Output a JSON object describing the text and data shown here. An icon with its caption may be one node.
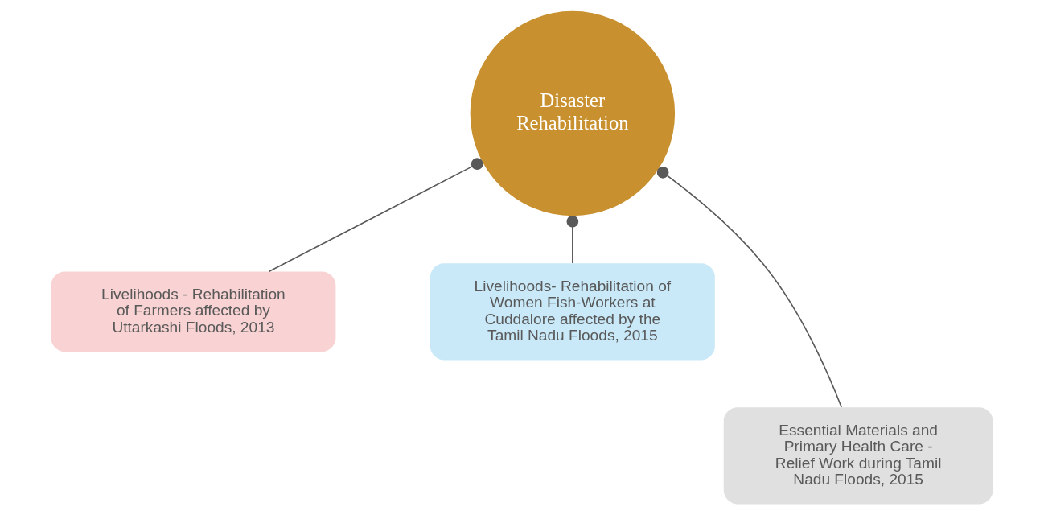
{
  "diagram": {
    "nodes": [
      {
        "text": [
          "Disaster Rehabilitation"
        ]
      },
      {
        "text": [
          "Livelihoods - Rehabilitation of Farmers affected by Uttarkashi Floods, 2013"
        ]
      },
      {
        "text": [
          "Livelihoods- Rehabilitation of Women Fish-Workers at Cuddalore affected by the Tamil Nadu Floods, 2015"
        ]
      },
      {
        "text": [
          "Essential Materials and Primary Health Care - Relief Work during Tamil Nadu Floods, 2015"
        ]
      }
    ],
    "edges": [
      {
        "from": 1,
        "to": 0,
        "arrow": "other"
      },
      {
        "from": 2,
        "to": 0,
        "arrow": "other"
      },
      {
        "from": 3,
        "to": 0,
        "arrow": "other"
      }
    ]
  }
}
